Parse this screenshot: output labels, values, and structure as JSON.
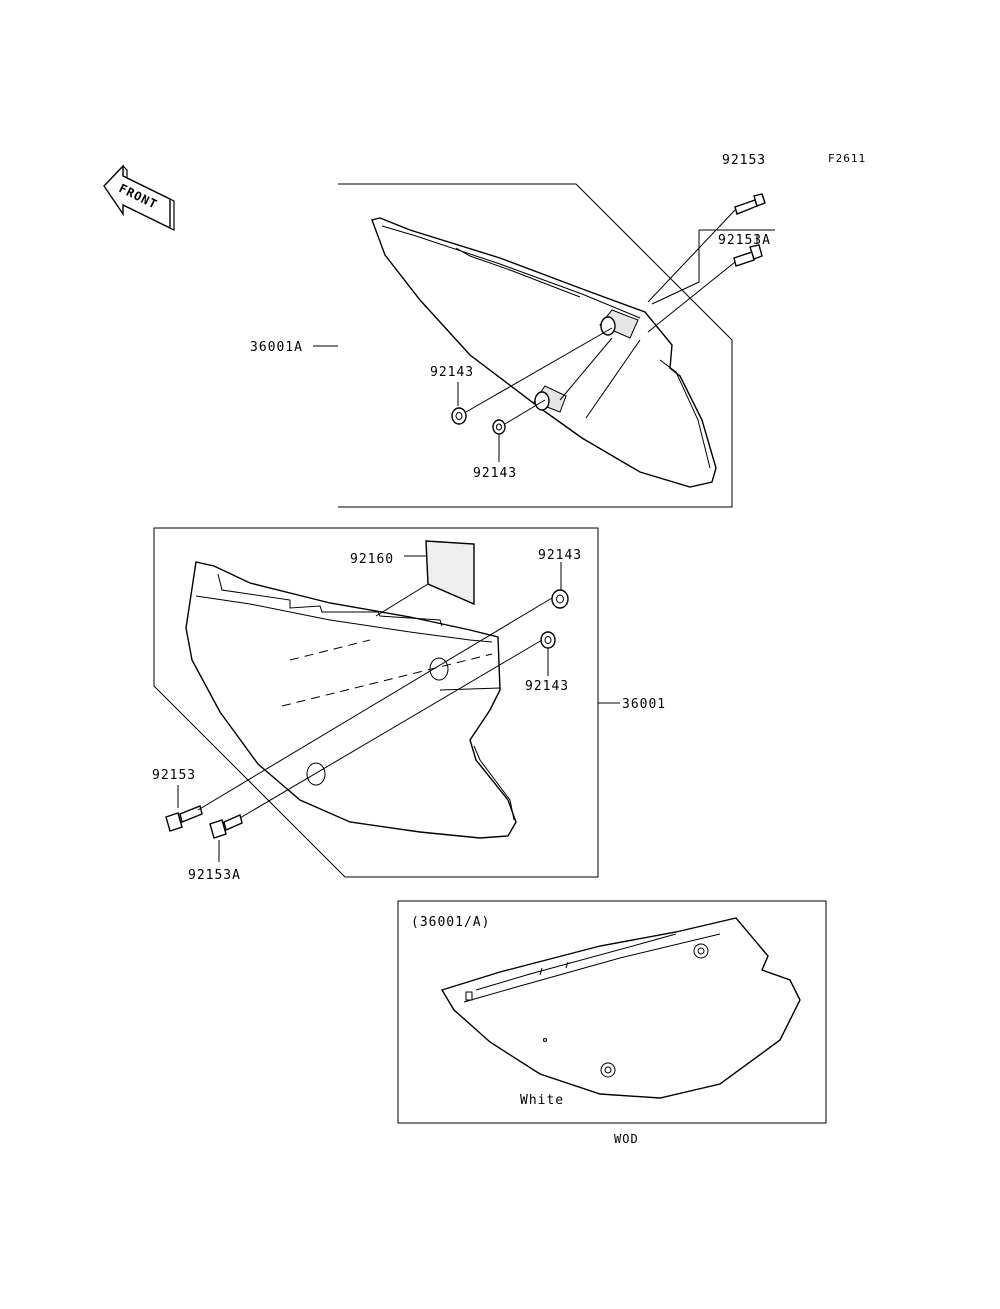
{
  "figure_code": "F2611",
  "front_label": "FRONT",
  "upper_assembly": {
    "cover_part": "36001A",
    "bolt_top": "92153",
    "bolt_mid": "92153A",
    "washer_left": "92143",
    "washer_bottom": "92143"
  },
  "lower_assembly": {
    "cover_part": "36001",
    "pad_part": "92160",
    "washer_top": "92143",
    "washer_mid": "92143",
    "bolt_left": "92153",
    "bolt_bottom": "92153A"
  },
  "variant_box": {
    "heading": "(36001/A)",
    "color_label": "White",
    "caption": "WOD"
  },
  "colors": {
    "line": "#000000",
    "background": "#ffffff"
  }
}
